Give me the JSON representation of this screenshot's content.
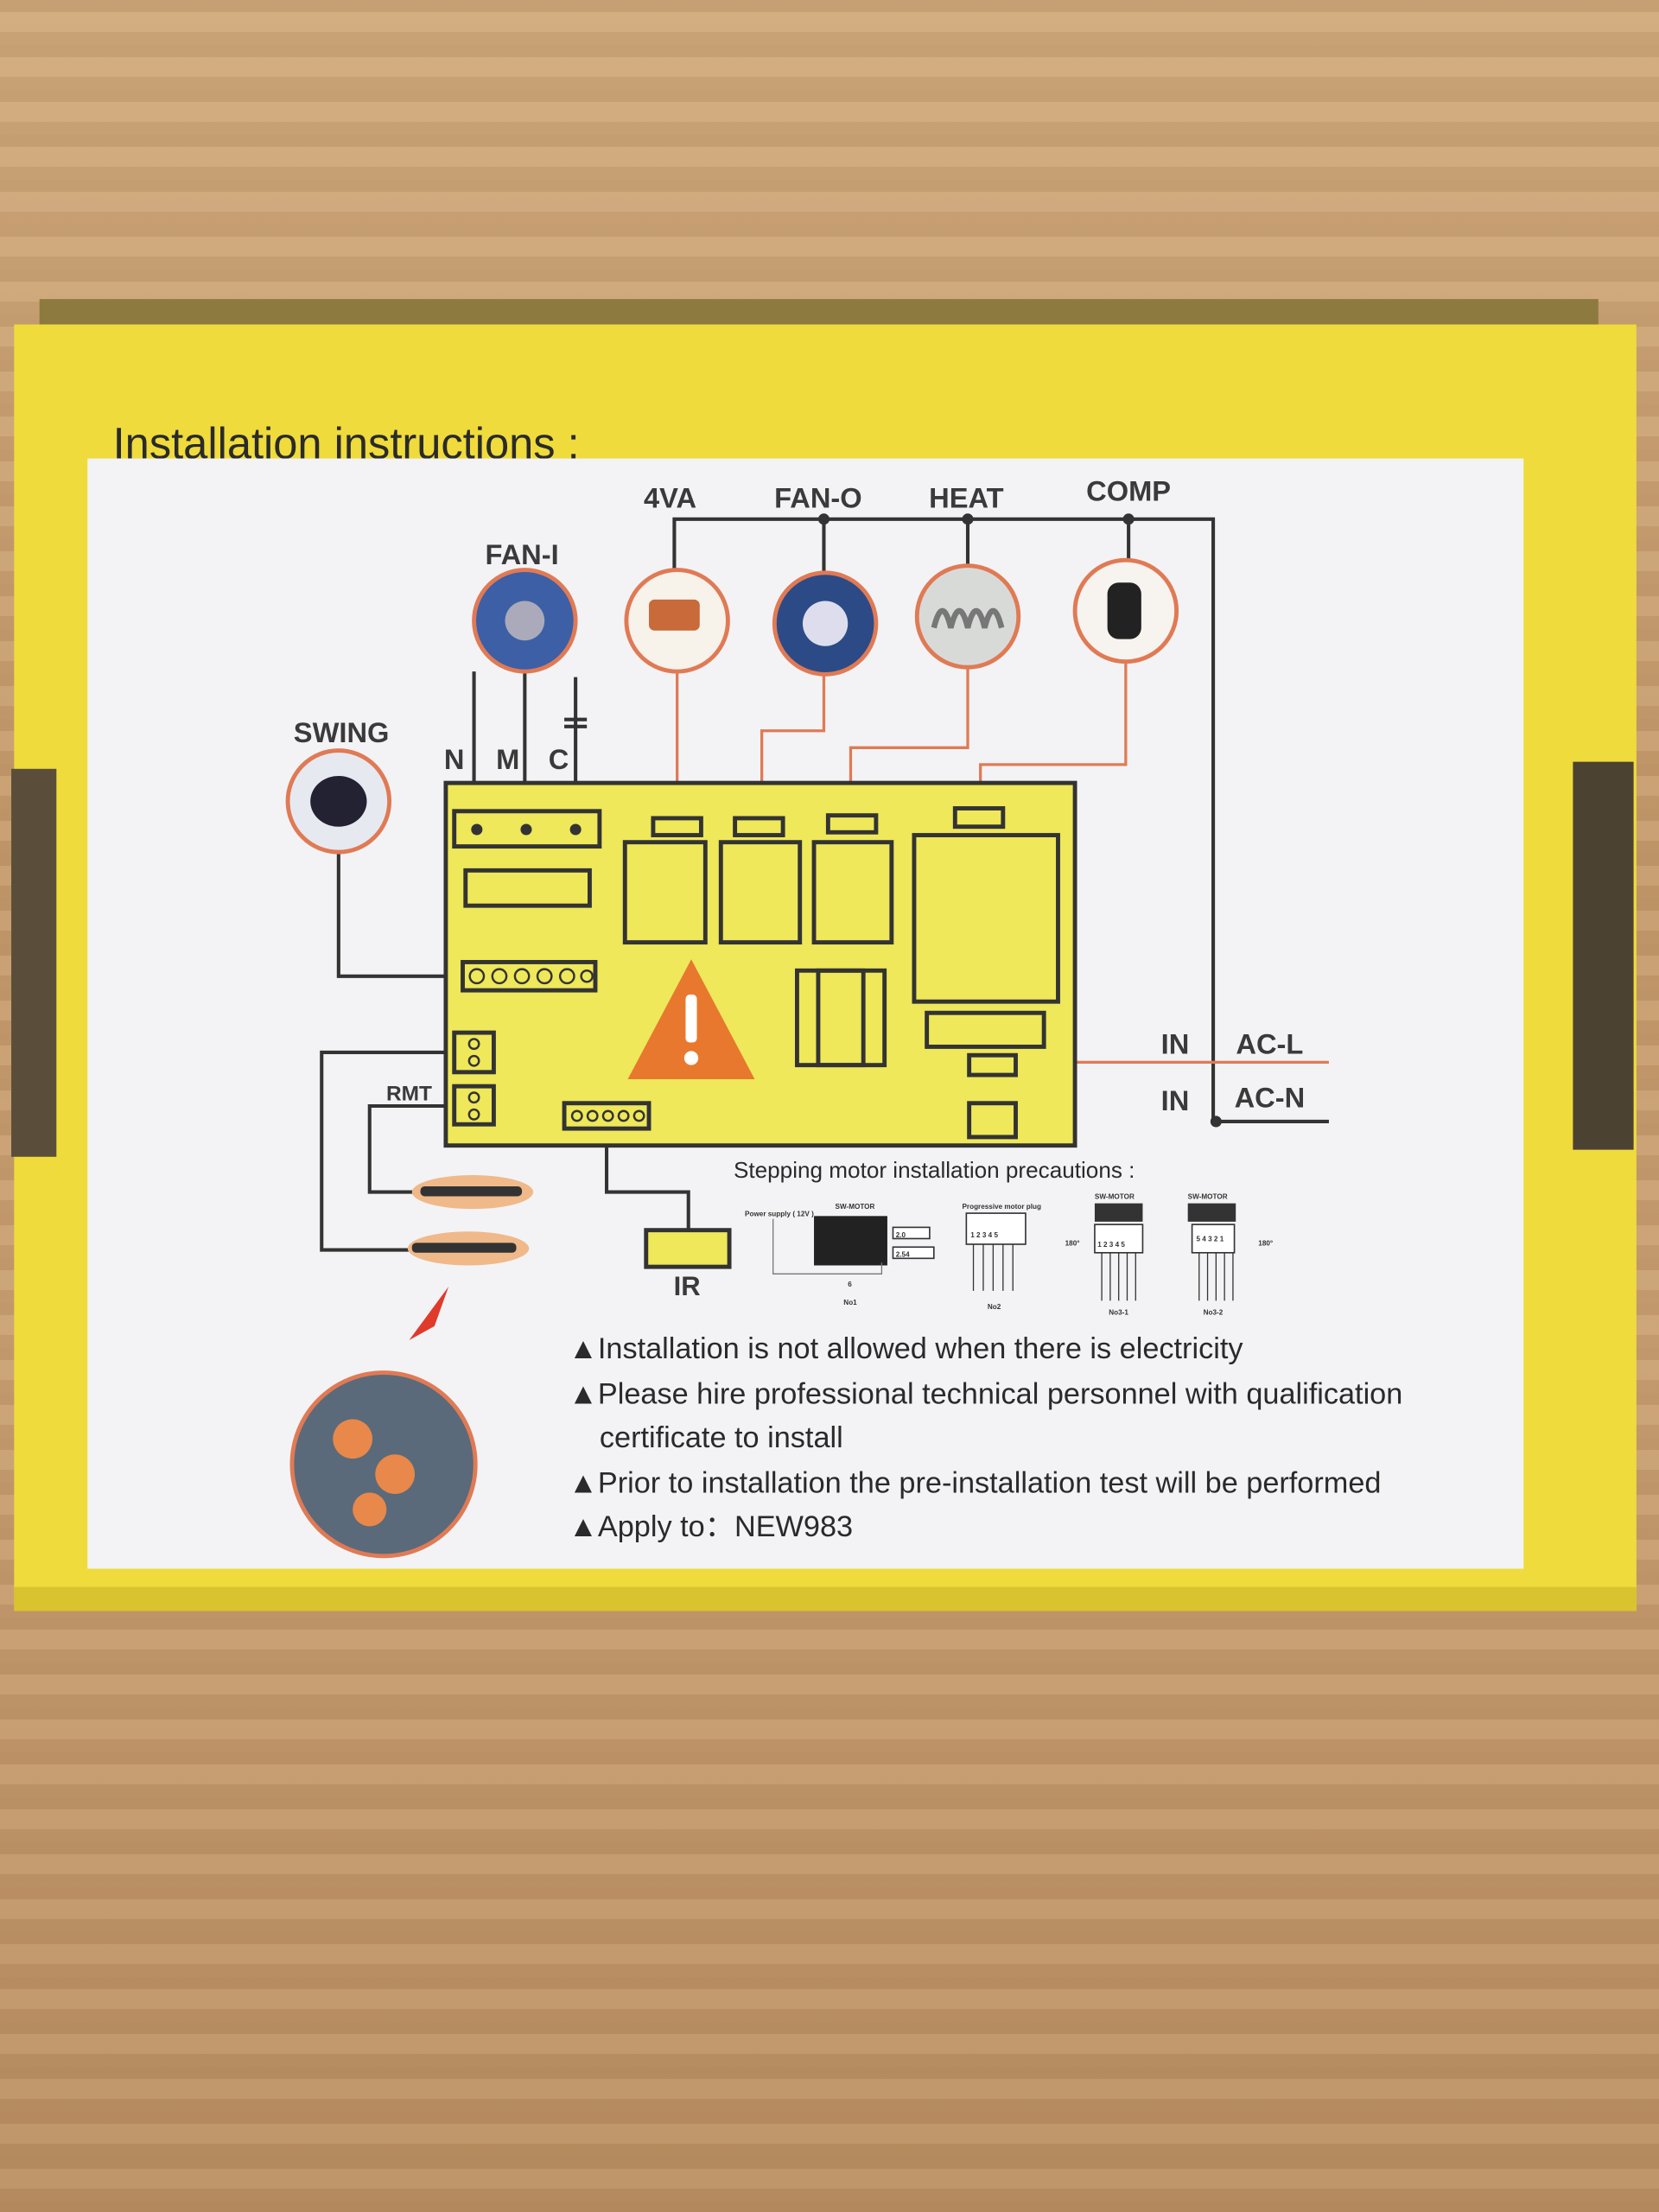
{
  "title": "Installation instructions :",
  "components": {
    "fourva": "4VA",
    "fan_o": "FAN-O",
    "heat": "HEAT",
    "comp": "COMP",
    "fan_i": "FAN-I",
    "swing": "SWING",
    "n": "N",
    "m": "M",
    "c": "C",
    "rmt": "RMT",
    "ir": "IR",
    "in1": "IN",
    "in2": "IN",
    "ac_l": "AC-L",
    "ac_n": "AC-N"
  },
  "stepping": {
    "title": "Stepping motor installation precautions :",
    "power_supply": "Power supply ( 12V )",
    "sw_motor": "SW-MOTOR",
    "dim1": "2.0",
    "dim2": "2.54",
    "six": "6",
    "no1": "No1",
    "plug": "Progressive motor plug",
    "pins": "1 2 3 4 5",
    "pins_rev": "5 4 3 2 1",
    "deg": "180°",
    "no2": "No2",
    "no3_1": "No3-1",
    "no3_2": "No3-2"
  },
  "notes": [
    "▲Installation is not allowed when there is electricity",
    "▲Please hire professional technical personnel with qualification",
    "certificate to install",
    "▲Prior to installation the pre-installation test will be performed",
    "▲Apply to：NEW983"
  ],
  "colors": {
    "box": "#efdb3c",
    "pcb": "#eee85a",
    "wire_orange": "#e07a55",
    "warning": "#e8782e"
  }
}
